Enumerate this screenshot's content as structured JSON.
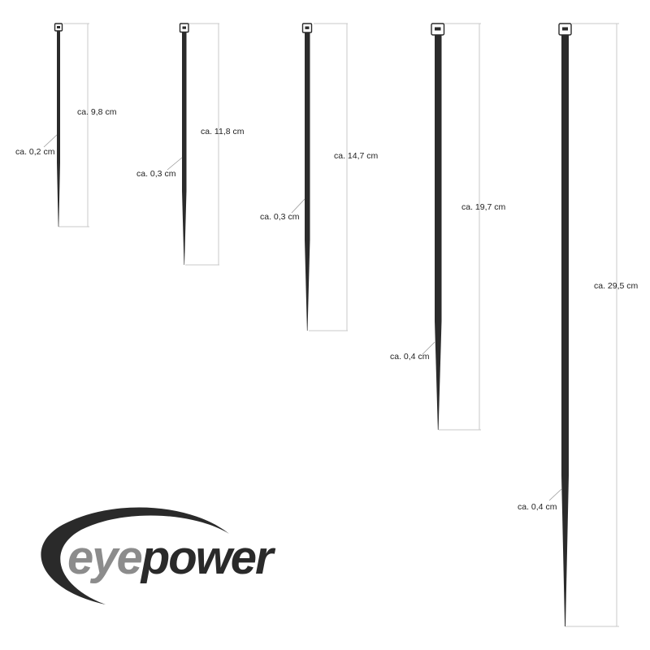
{
  "cable_ties": [
    {
      "length_label": "ca. 9,8 cm",
      "width_label": "ca. 0,2 cm"
    },
    {
      "length_label": "ca. 11,8 cm",
      "width_label": "ca. 0,3 cm"
    },
    {
      "length_label": "ca. 14,7 cm",
      "width_label": "ca. 0,3 cm"
    },
    {
      "length_label": "ca. 19,7 cm",
      "width_label": "ca. 0,4  cm"
    },
    {
      "length_label": "ca. 29,5 cm",
      "width_label": "ca. 0,4 cm"
    }
  ],
  "logo": {
    "part1": "eye",
    "part2": "power",
    "colors": {
      "part1": "#8c8c8c",
      "part2": "#2a2a2a",
      "swoosh": "#2a2a2a"
    }
  },
  "colors": {
    "tie": "#2b2b2b",
    "guide": "#c8c8c8",
    "label": "#222222"
  }
}
